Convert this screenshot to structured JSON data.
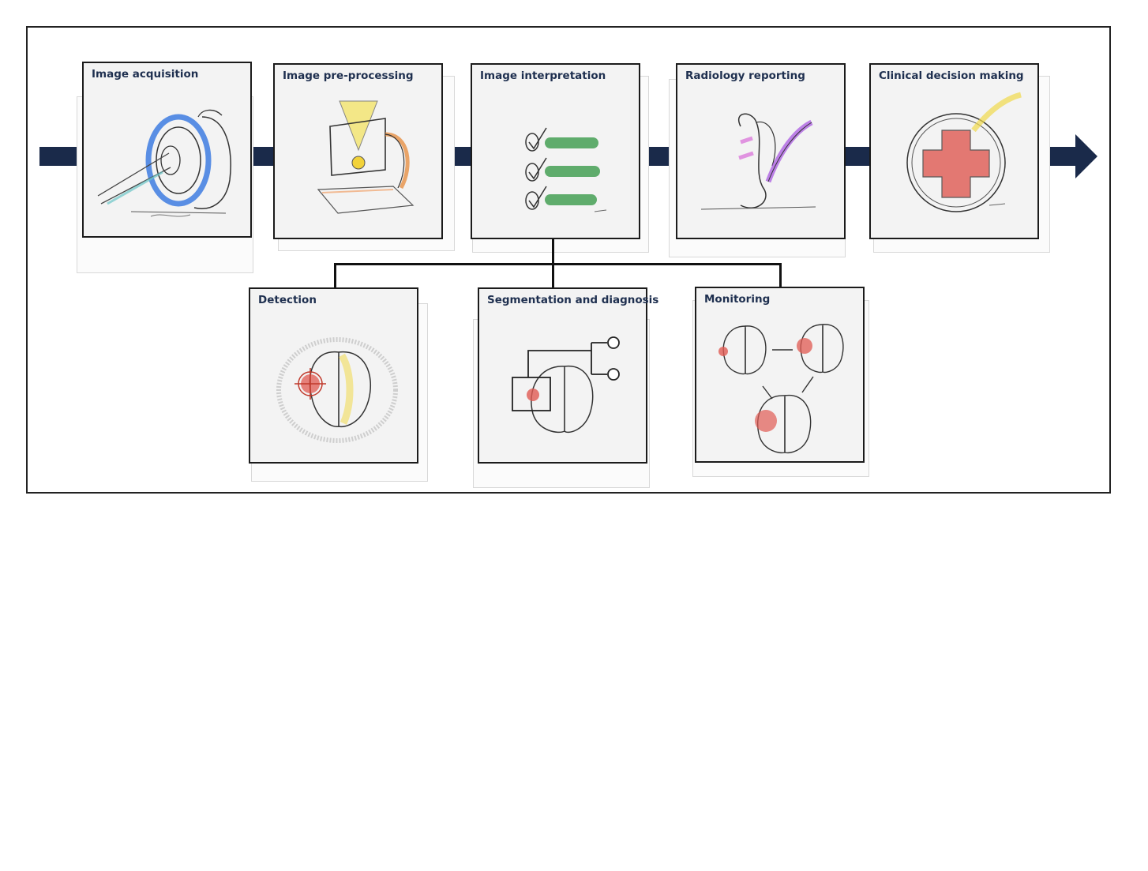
{
  "diagram": {
    "pipeline_stages": [
      {
        "id": "acquisition",
        "title": "Image acquisition",
        "icon": "mri-scanner-icon"
      },
      {
        "id": "preprocessing",
        "title": "Image pre-processing",
        "icon": "image-processing-icon"
      },
      {
        "id": "interpretation",
        "title": "Image interpretation",
        "icon": "checklist-icon"
      },
      {
        "id": "reporting",
        "title": "Radiology reporting",
        "icon": "scroll-quill-icon"
      },
      {
        "id": "decision",
        "title": "Clinical decision making",
        "icon": "red-cross-icon"
      }
    ],
    "interpretation_tasks": [
      {
        "id": "detection",
        "title": "Detection",
        "icon": "brain-target-icon"
      },
      {
        "id": "segmentation",
        "title": "Segmentation and diagnosis",
        "icon": "brain-segmentation-icon"
      },
      {
        "id": "monitoring",
        "title": "Monitoring",
        "icon": "brain-monitoring-icon"
      }
    ],
    "colors": {
      "arrow": "#1a2a4a",
      "title_text": "#1e2f4f",
      "card_border": "#1b1b1b",
      "card_bg": "#f3f3f3"
    }
  }
}
